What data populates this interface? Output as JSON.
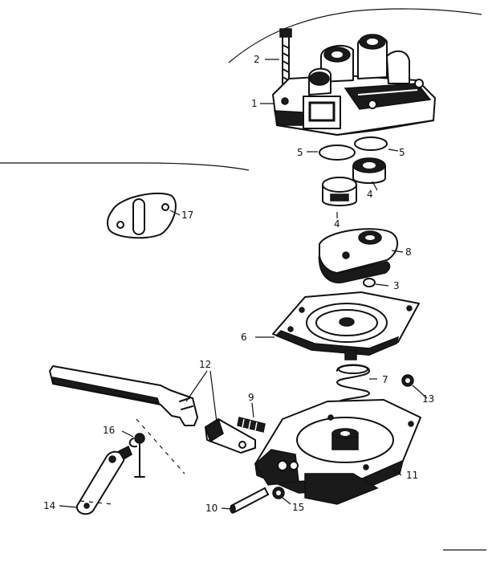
{
  "labels": {
    "p1": "1",
    "p2": "2",
    "p3": "3",
    "p4a": "4",
    "p4b": "4",
    "p5a": "5",
    "p5b": "5",
    "p6": "6",
    "p7": "7",
    "p8": "8",
    "p9": "9",
    "p10": "10",
    "p11": "11",
    "p12": "12",
    "p13": "13",
    "p14": "14",
    "p15": "15",
    "p16": "16",
    "p17": "17"
  }
}
